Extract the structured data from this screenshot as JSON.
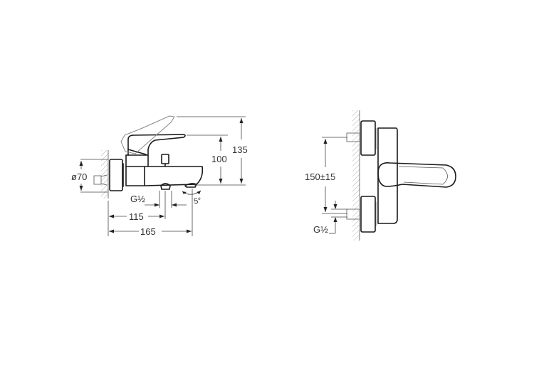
{
  "side_view": {
    "labels": {
      "diameter": "ø70",
      "thread": "G½",
      "dim_115": "115",
      "dim_165": "165",
      "dim_100": "100",
      "dim_135": "135",
      "angle": "5°"
    }
  },
  "front_view": {
    "labels": {
      "spacing": "150±15",
      "thread": "G½"
    }
  },
  "colors": {
    "line": "#1a1a1a",
    "dimension": "#444444",
    "hatch": "#999999",
    "background": "#ffffff"
  }
}
